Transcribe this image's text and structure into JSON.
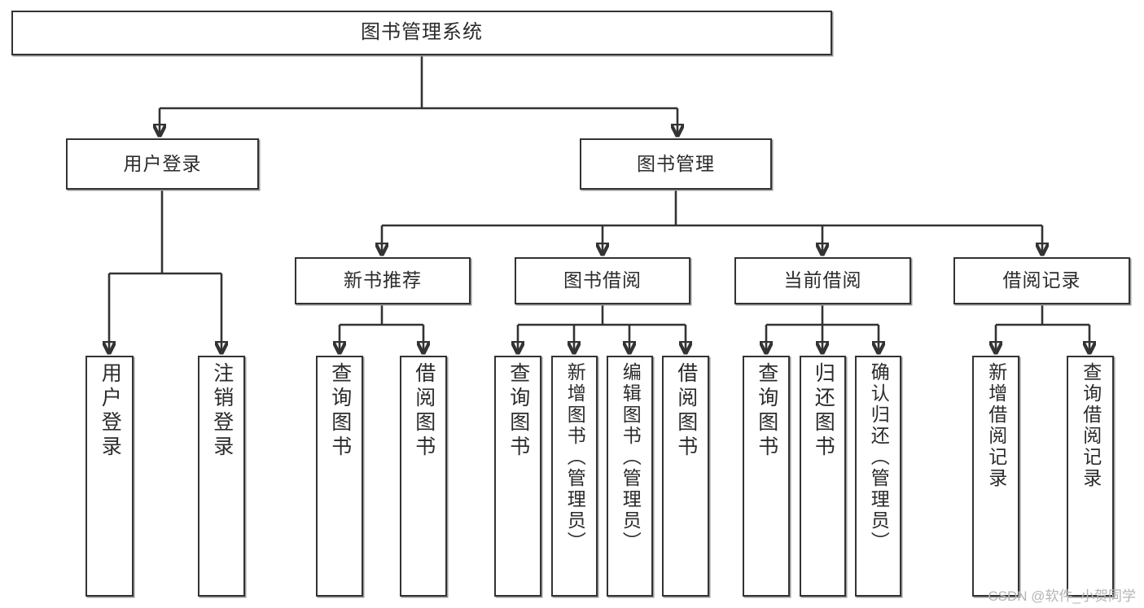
{
  "diagram": {
    "title": "图书管理系统",
    "type": "hierarchy-tree",
    "root": {
      "id": "root",
      "label": "图书管理系统"
    },
    "level2": [
      {
        "id": "user-login",
        "label": "用户登录"
      },
      {
        "id": "book-management",
        "label": "图书管理"
      }
    ],
    "level3": [
      {
        "id": "new-book-recommend",
        "label": "新书推荐",
        "parent": "book-management"
      },
      {
        "id": "book-borrow",
        "label": "图书借阅",
        "parent": "book-management"
      },
      {
        "id": "current-borrow",
        "label": "当前借阅",
        "parent": "book-management"
      },
      {
        "id": "borrow-record",
        "label": "借阅记录",
        "parent": "book-management"
      }
    ],
    "leaves": [
      {
        "id": "leaf-user-login",
        "label": "用户登录",
        "parent": "user-login"
      },
      {
        "id": "leaf-logout-login",
        "label": "注销登录",
        "parent": "user-login"
      },
      {
        "id": "leaf-query-book-1",
        "label": "查询图书",
        "parent": "new-book-recommend"
      },
      {
        "id": "leaf-borrow-book-1",
        "label": "借阅图书",
        "parent": "new-book-recommend"
      },
      {
        "id": "leaf-query-book-2",
        "label": "查询图书",
        "parent": "book-borrow"
      },
      {
        "id": "leaf-add-book",
        "label": "新增图书（管理员）",
        "parent": "book-borrow"
      },
      {
        "id": "leaf-edit-book",
        "label": "编辑图书（管理员）",
        "parent": "book-borrow"
      },
      {
        "id": "leaf-borrow-book-2",
        "label": "借阅图书",
        "parent": "book-borrow"
      },
      {
        "id": "leaf-query-book-3",
        "label": "查询图书",
        "parent": "current-borrow"
      },
      {
        "id": "leaf-return-book",
        "label": "归还图书",
        "parent": "current-borrow"
      },
      {
        "id": "leaf-confirm-return",
        "label": "确认归还（管理员）",
        "parent": "current-borrow"
      },
      {
        "id": "leaf-add-record",
        "label": "新增借阅记录",
        "parent": "borrow-record"
      },
      {
        "id": "leaf-query-record",
        "label": "查询借阅记录",
        "parent": "borrow-record"
      }
    ],
    "watermark": "CSDN @软件_小贺同学",
    "colors": {
      "border": "#333333",
      "text": "#2b2b2b",
      "background": "#ffffff",
      "watermark": "#b4b4b4"
    }
  }
}
